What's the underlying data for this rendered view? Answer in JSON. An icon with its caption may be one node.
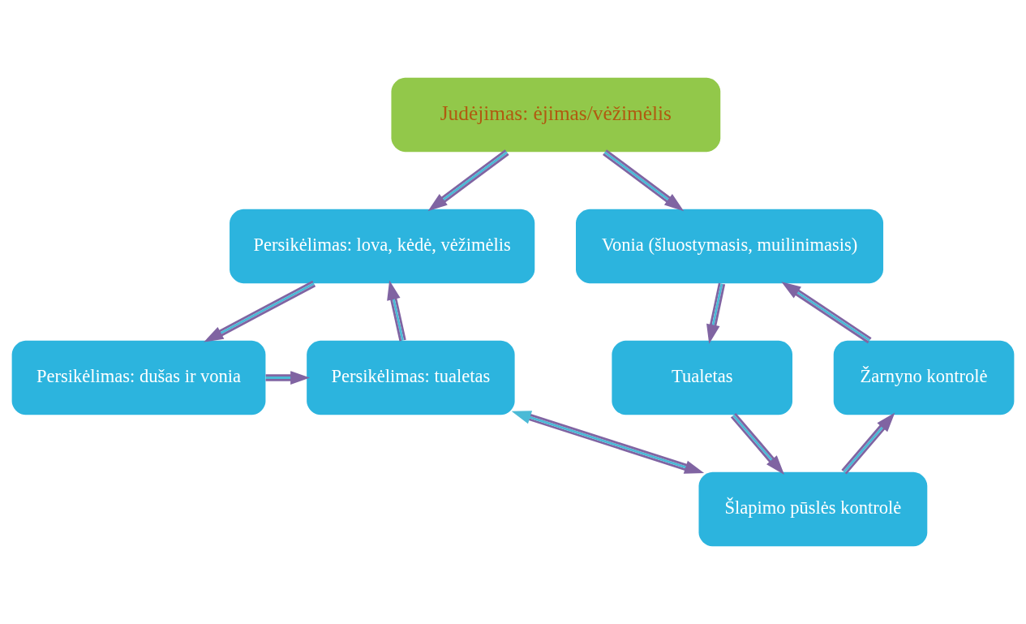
{
  "diagram": {
    "nodes": [
      {
        "text": [
          "Judėjimas: ėjimas/vėžimėlis"
        ]
      },
      {
        "text": [
          "Persikėlimas: lova, kėdė, vėžimėlis"
        ]
      },
      {
        "text": [
          "Vonia (šluostymasis, muilinimasis)"
        ]
      },
      {
        "text": [
          "Žarnyno kontrolė"
        ]
      },
      {
        "text": [
          "Tualetas"
        ]
      },
      {
        "text": [
          "Persikėlimas: tualetas"
        ]
      },
      {
        "text": [
          "Persikėlimas: dušas ir vonia"
        ]
      },
      {
        "text": [
          "Šlapimo pūslės kontrolė"
        ]
      }
    ],
    "edges": [
      {
        "from": 0,
        "to": 1,
        "arrow": "to"
      },
      {
        "from": 0,
        "to": 2,
        "arrow": "to"
      },
      {
        "from": 1,
        "to": 6,
        "arrow": "to"
      },
      {
        "from": 6,
        "to": 5,
        "arrow": "to"
      },
      {
        "from": 5,
        "to": 1,
        "arrow": "to"
      },
      {
        "from": 2,
        "to": 4,
        "arrow": "to"
      },
      {
        "from": 4,
        "to": 7,
        "arrow": "to"
      },
      {
        "from": 7,
        "to": 3,
        "arrow": "to"
      },
      {
        "from": 3,
        "to": 2,
        "arrow": "to"
      },
      {
        "from": 5,
        "to": 7,
        "arrow": "both"
      }
    ]
  }
}
